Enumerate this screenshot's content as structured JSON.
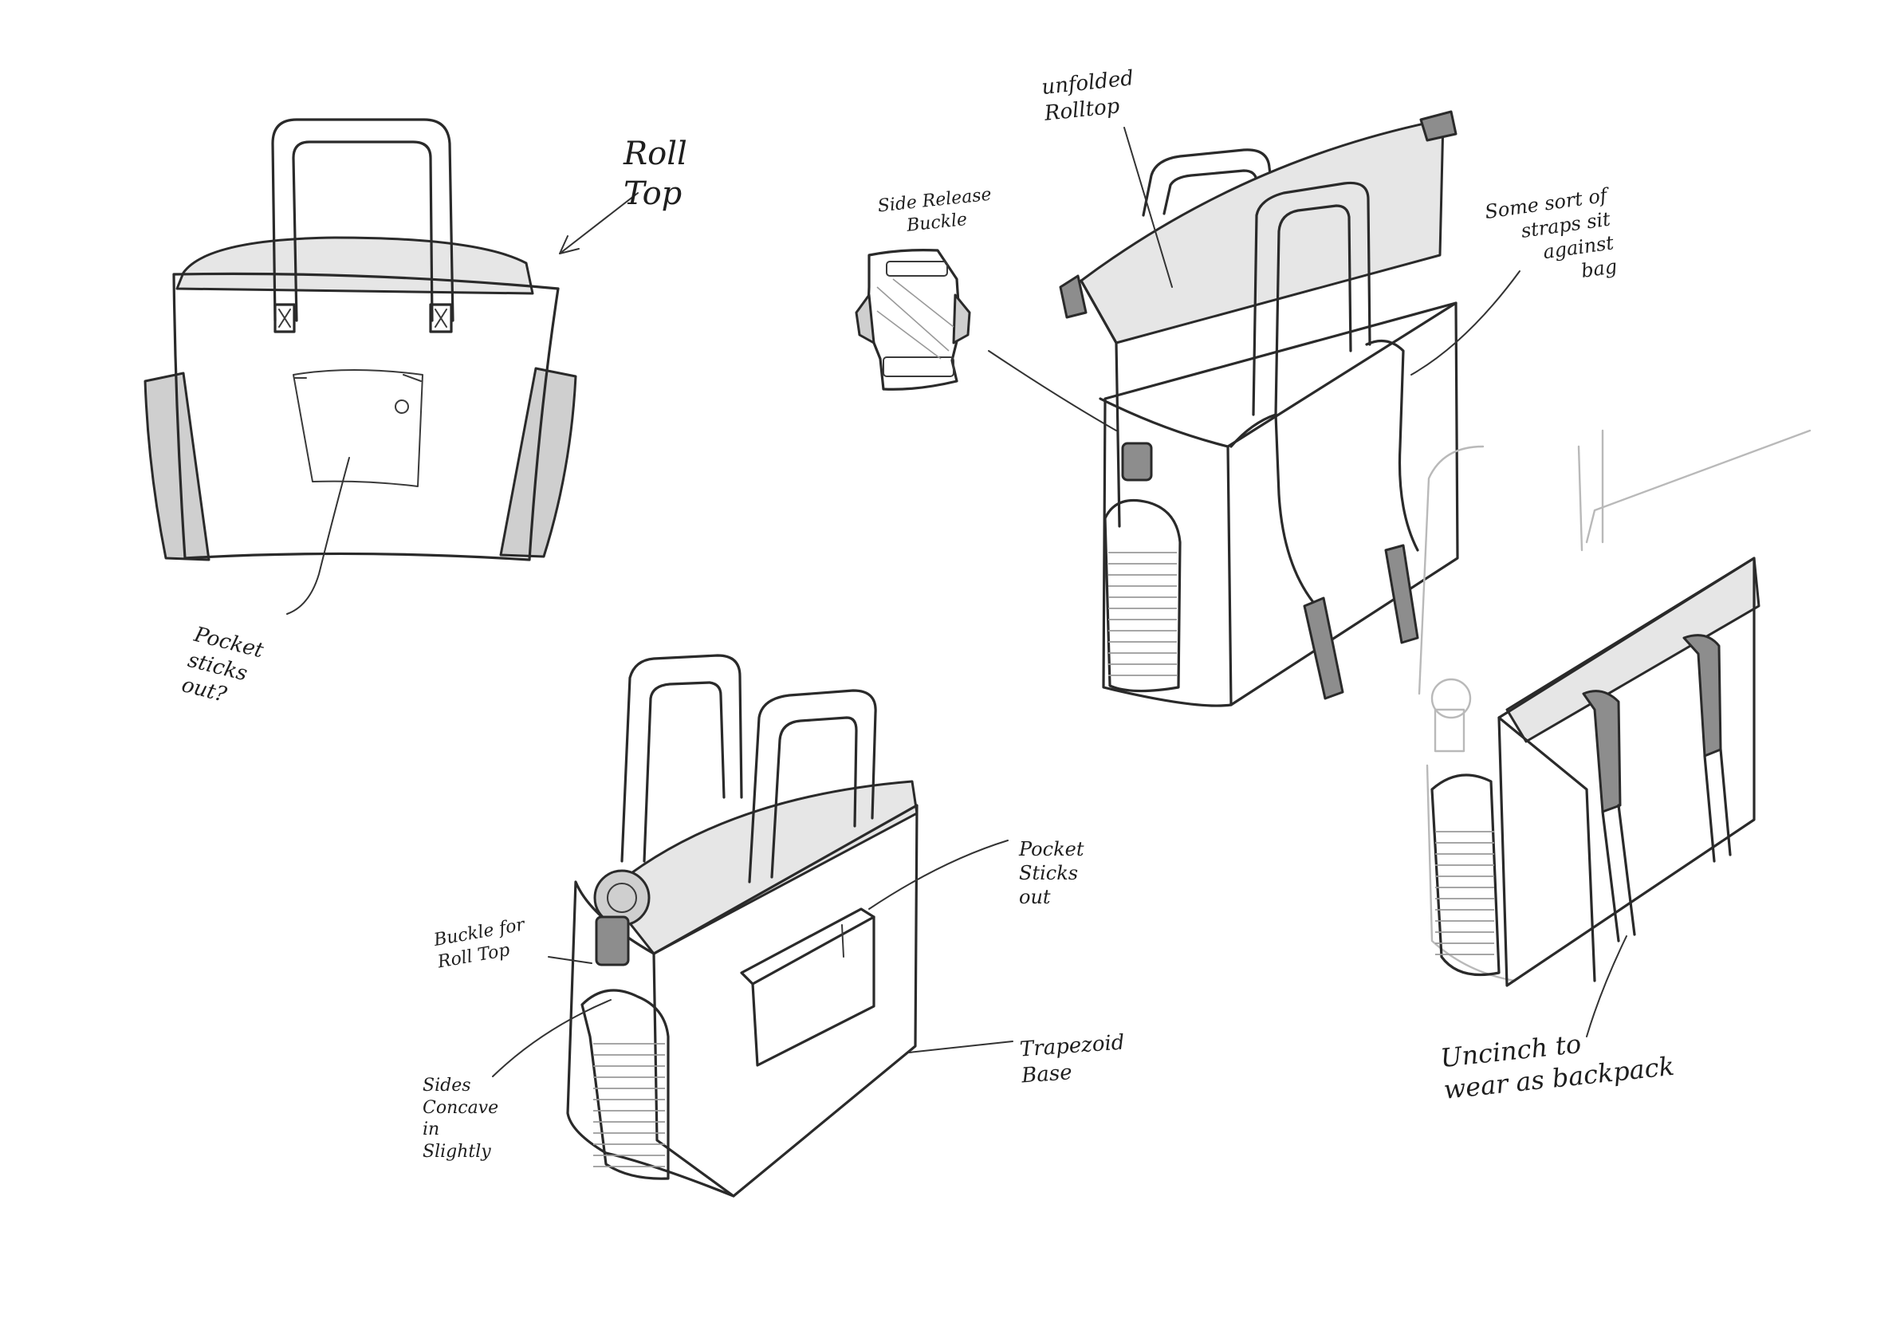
{
  "annotations": {
    "roll_top": "Roll\nTop",
    "pocket_sticks_out_q": "Pocket\nsticks\nout?",
    "side_release_buckle": "Side Release\nBuckle",
    "unfolded_rolltop": "unfolded\nRolltop",
    "straps_against_bag": "Some sort of\nstraps sit\nagainst\nbag",
    "buckle_roll_top": "Buckle for\nRoll Top",
    "pocket_sticks_out": "Pocket\nSticks\nout",
    "sides_concave": "Sides\nConcave\nin\nSlightly",
    "trapezoid_base": "Trapezoid\nBase",
    "uncinch_backpack": "Uncinch to\nwear as backpack"
  }
}
